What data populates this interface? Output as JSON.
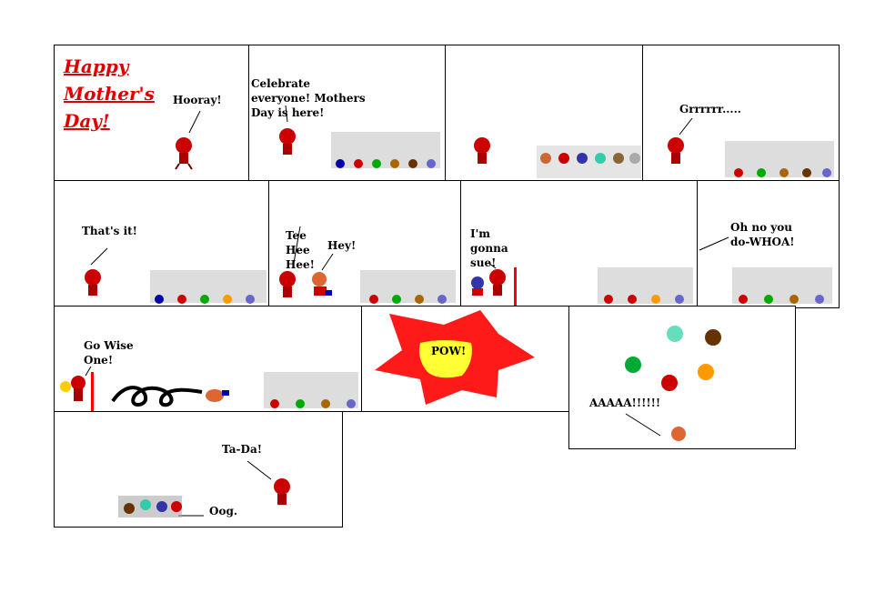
{
  "panels": {
    "p1": {
      "title_lines": [
        "Happy",
        "Mother's",
        "Day!"
      ],
      "speech": "Hooray!"
    },
    "p2": {
      "speech_lines": [
        "Celebrate",
        "everyone! Mothers",
        "Day is here!"
      ]
    },
    "p4": {
      "speech": "Grrrrrr....."
    },
    "p5": {
      "speech": "That's it!"
    },
    "p6": {
      "speech_a_lines": [
        "Tee",
        "Hee",
        "Hee!"
      ],
      "speech_b": "Hey!"
    },
    "p7": {
      "speech_lines": [
        "I'm",
        "gonna",
        "sue!"
      ]
    },
    "p8": {
      "speech_lines": [
        "Oh no you",
        "do-WHOA!"
      ]
    },
    "p9": {
      "speech_lines": [
        "Go Wise",
        "One!"
      ]
    },
    "p10": {
      "sound": "POW!"
    },
    "p11": {
      "speech": "AAAAA!!!!!!"
    },
    "p12": {
      "speech_a": "Ta-Da!",
      "speech_b": "Oog."
    }
  },
  "colors": {
    "hero_red": "#cc0000",
    "title_red": "#e00000",
    "pow_red": "#ff1a1a",
    "pow_yellow": "#ffff33"
  }
}
